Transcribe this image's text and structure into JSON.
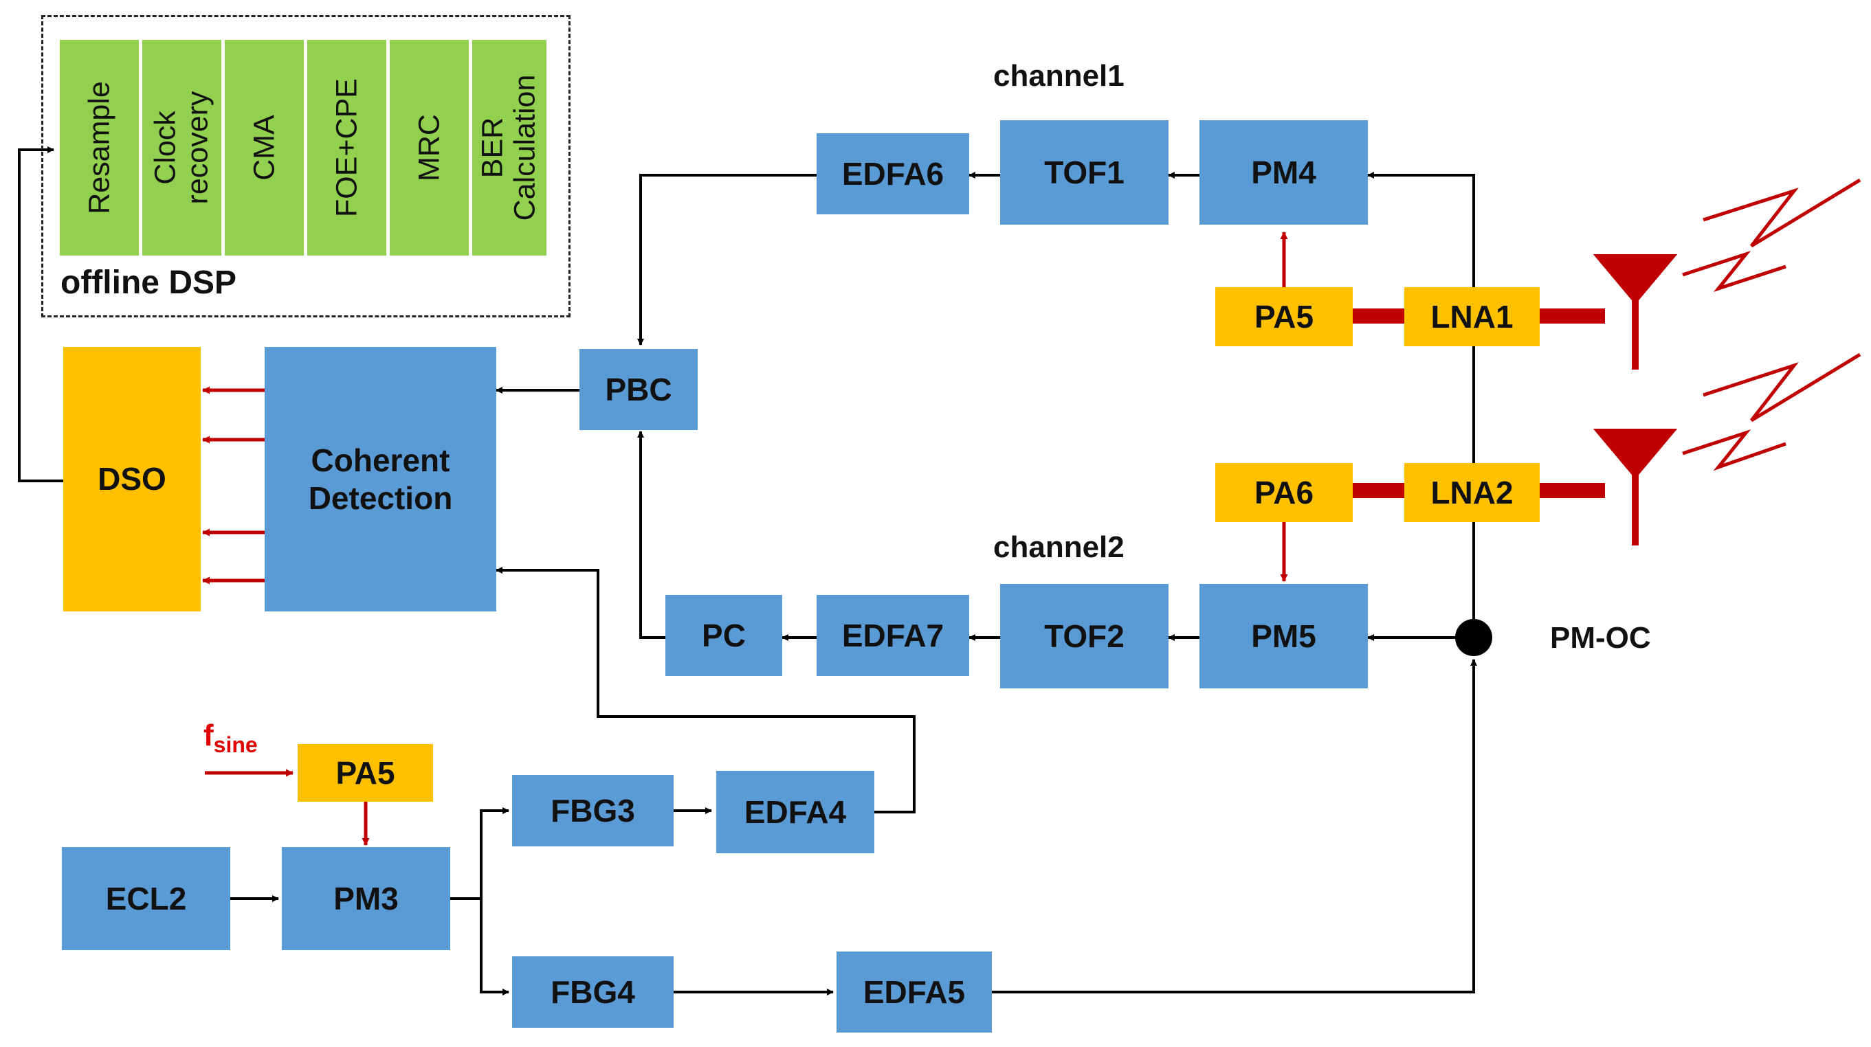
{
  "dsp": {
    "title": "offline DSP",
    "steps": [
      "Resample",
      "Clock\nrecovery",
      "CMA",
      "FOE+CPE",
      "MRC",
      "BER\nCalculation"
    ]
  },
  "labels": {
    "channel1": "channel1",
    "channel2": "channel2",
    "pm_oc": "PM-OC",
    "f_main": "f",
    "f_sub": "sine"
  },
  "blocks": {
    "edfa6": "EDFA6",
    "tof1": "TOF1",
    "pm4": "PM4",
    "pa5_top": "PA5",
    "lna1": "LNA1",
    "pa6": "PA6",
    "lna2": "LNA2",
    "pbc": "PBC",
    "dso": "DSO",
    "coherent": "Coherent\nDetection",
    "pc": "PC",
    "edfa7": "EDFA7",
    "tof2": "TOF2",
    "pm5": "PM5",
    "pa5_bottom": "PA5",
    "fbg3": "FBG3",
    "edfa4": "EDFA4",
    "ecl2": "ECL2",
    "pm3": "PM3",
    "fbg4": "FBG4",
    "edfa5": "EDFA5"
  },
  "colors": {
    "optical_block": "#5b9bd5",
    "electrical_block": "#ffc000",
    "dsp_block": "#92d050",
    "rf_line": "#c00000",
    "optical_line": "#000000"
  }
}
